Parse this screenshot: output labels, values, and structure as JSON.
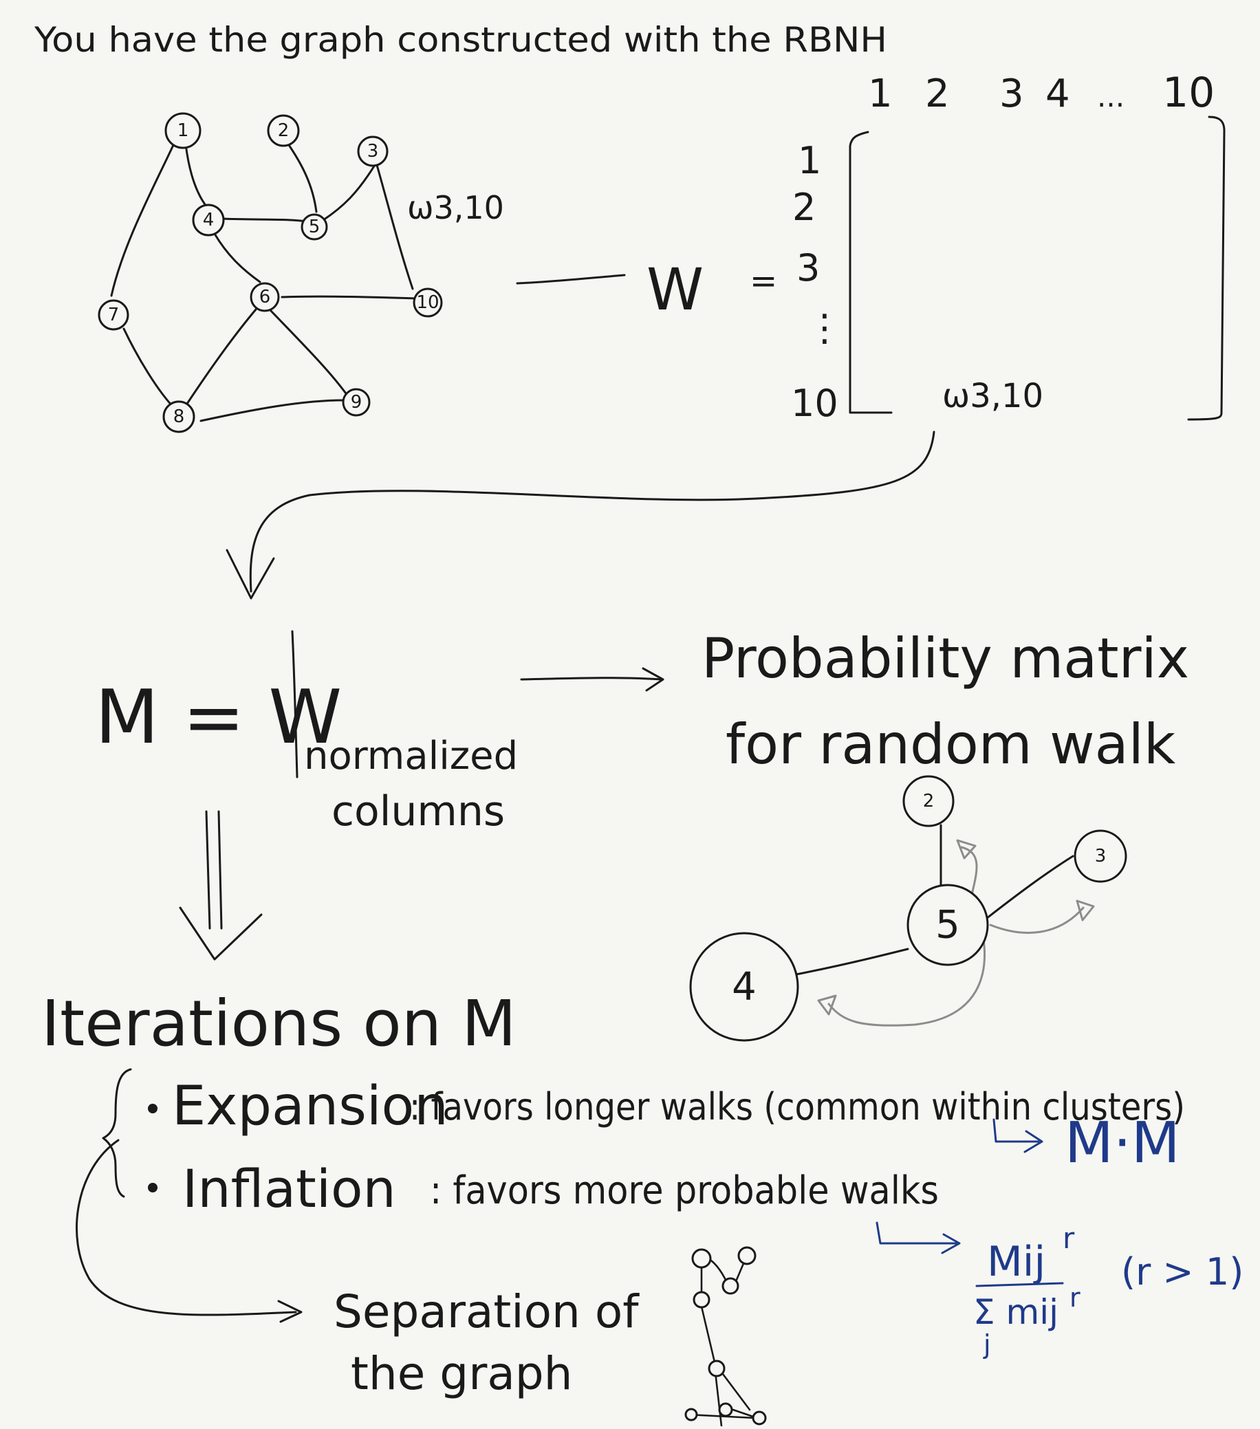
{
  "title": "You have the graph constructed with the RBNH",
  "graph": {
    "nodes": [
      "1",
      "2",
      "3",
      "4",
      "5",
      "6",
      "7",
      "8",
      "9",
      "10"
    ],
    "edge_weight_label": "ω3,10"
  },
  "matrix": {
    "lhs": "W",
    "equals": "=",
    "col_labels": [
      "1",
      "2",
      "3",
      "4",
      "...",
      "10"
    ],
    "row_labels": [
      "1",
      "2",
      "3",
      "⋮",
      "10"
    ],
    "entry_label": "ω3,10"
  },
  "normalization": {
    "equation": "M = W",
    "subscript_line1": "normalized",
    "subscript_line2": "columns"
  },
  "probability": {
    "line1": "Probability matrix",
    "line2": "for random walk",
    "example_nodes": [
      "2",
      "3",
      "4",
      "5"
    ]
  },
  "iterations": {
    "heading": "Iterations on M",
    "expansion_term": "Expansion",
    "expansion_desc": ": favors longer walks (common within clusters)",
    "expansion_formula": "M·M",
    "inflation_term": "Inflation",
    "inflation_desc": ": favors more probable walks",
    "inflation_numerator": "Mij",
    "inflation_numerator_exp": "r",
    "inflation_denominator": "Σ mij",
    "inflation_denominator_exp": "r",
    "inflation_sum_index": "j",
    "inflation_condition": "(r > 1)"
  },
  "separation": {
    "line1": "Separation of",
    "line2": "the graph"
  }
}
